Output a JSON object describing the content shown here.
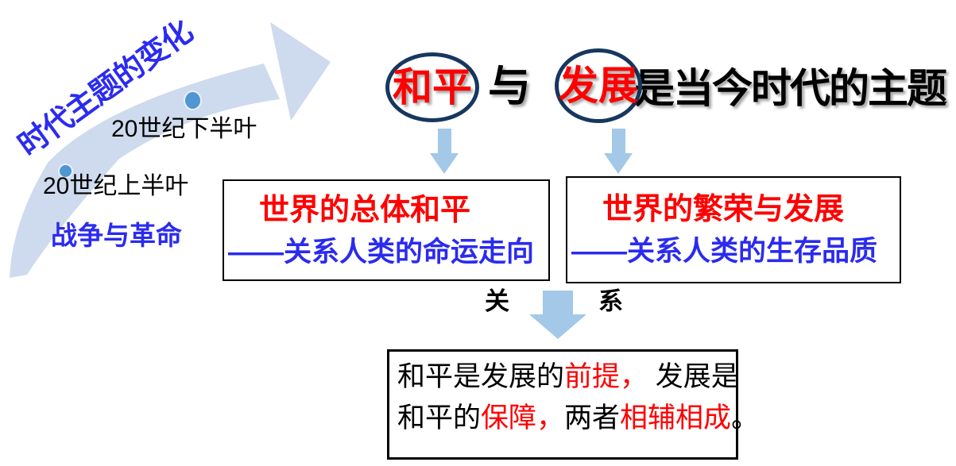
{
  "colors": {
    "red": "#FE0000",
    "blue": "#2B2BEF",
    "navy": "#17375E",
    "arrow": "#A3C8E8",
    "swoosh": "#CEDAED",
    "dot": "#4F96D2",
    "ink": "#000000"
  },
  "timeline": {
    "trend_label": "时代主题的变化",
    "point_upper": "20世纪下半叶",
    "point_lower": "20世纪上半叶",
    "theme_lower": "战争与革命"
  },
  "title": {
    "circled_term_1": "和平",
    "conjunction": "与",
    "circled_term_2": "发展",
    "rest": "是当今时代的主题"
  },
  "branches": {
    "left": {
      "title": "世界的总体和平",
      "desc": "——关系人类的命运走向"
    },
    "right": {
      "title": "世界的繁荣与发展",
      "desc": "——关系人类的生存品质"
    }
  },
  "relation": {
    "char_left": "关",
    "char_right": "系"
  },
  "conclusion": {
    "line1": [
      {
        "text": "和平是发展的",
        "tone": "ink"
      },
      {
        "text": "前提，",
        "tone": "red"
      },
      {
        "text": " 发展是",
        "tone": "ink"
      }
    ],
    "line2": [
      {
        "text": "和平的",
        "tone": "ink"
      },
      {
        "text": "保障，",
        "tone": "red"
      },
      {
        "text": "两者",
        "tone": "ink"
      },
      {
        "text": "相辅相成",
        "tone": "red"
      },
      {
        "text": "。",
        "tone": "ink"
      }
    ]
  }
}
